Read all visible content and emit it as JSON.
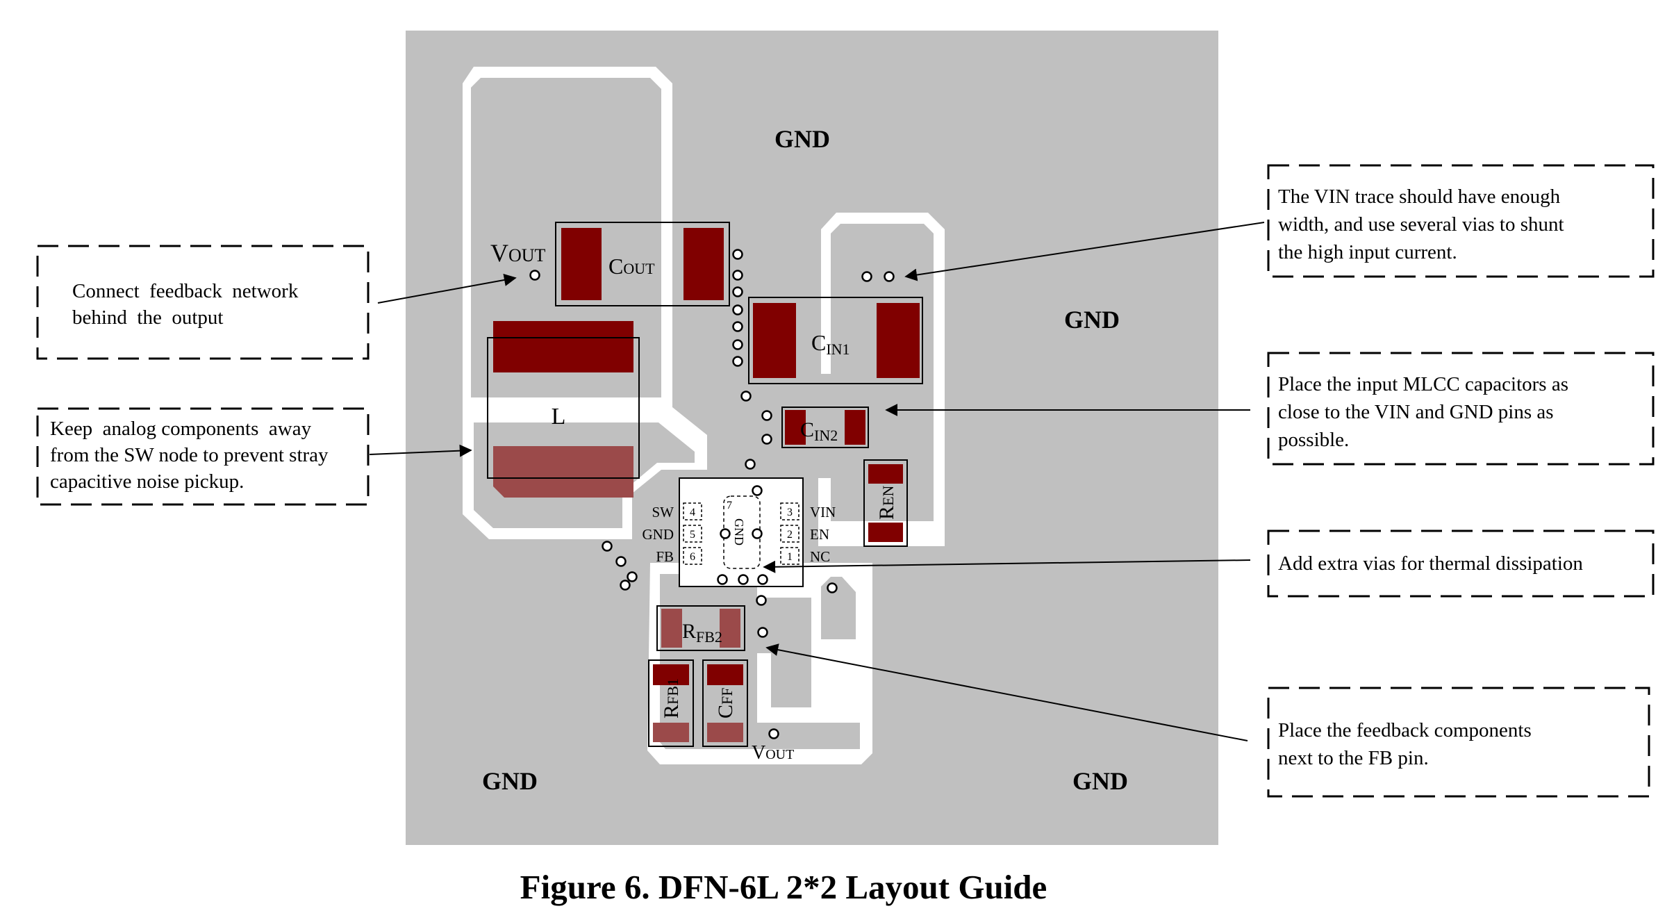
{
  "caption": "Figure 6. DFN-6L 2*2 Layout Guide",
  "colors": {
    "ground_plane": "#c0c0c0",
    "pad": "#800000",
    "pad_light": "#9b4a4a",
    "clearance": "#ffffff",
    "outline": "#000000"
  },
  "labels": {
    "gnd_top": "GND",
    "gnd_right": "GND",
    "gnd_bottom_left": "GND",
    "gnd_bottom_right": "GND",
    "vout_top": {
      "main": "V",
      "sub": "OUT"
    },
    "cout": {
      "main": "C",
      "sub": "OUT"
    },
    "cin1": {
      "main": "C",
      "sub": "IN1"
    },
    "cin2": {
      "main": "C",
      "sub": "IN2"
    },
    "inductor": "L",
    "ren": {
      "main": "R",
      "sub": "EN"
    },
    "rfb2": {
      "main": "R",
      "sub": "FB2"
    },
    "rfb1": {
      "main": "R",
      "sub": "FB1"
    },
    "cff": {
      "main": "C",
      "sub": "FF"
    },
    "vout_bottom": {
      "main": "V",
      "sub": "OUT"
    },
    "ic_gnd": "GND"
  },
  "pins": {
    "left": [
      {
        "name": "SW",
        "num": "4"
      },
      {
        "name": "GND",
        "num": "5"
      },
      {
        "name": "FB",
        "num": "6"
      }
    ],
    "right": [
      {
        "name": "VIN",
        "num": "3"
      },
      {
        "name": "EN",
        "num": "2"
      },
      {
        "name": "NC",
        "num": "1"
      }
    ],
    "exposed_pad": "7"
  },
  "notes": {
    "feedback_behind_output": [
      "Connect  feedback  network",
      "behind  the  output"
    ],
    "analog_away_sw": [
      "Keep  analog components  away",
      "from the SW node to prevent stray",
      "capacitive noise pickup."
    ],
    "vin_trace": [
      "The VIN trace should have enough",
      "width, and use several vias to shunt",
      "the high input current."
    ],
    "input_mlcc": [
      "Place the input MLCC capacitors as",
      "close to the VIN and GND pins as",
      "possible."
    ],
    "thermal_vias": [
      "Add extra vias for thermal dissipation"
    ],
    "feedback_components": [
      "Place the feedback components",
      "next to the FB pin."
    ]
  }
}
